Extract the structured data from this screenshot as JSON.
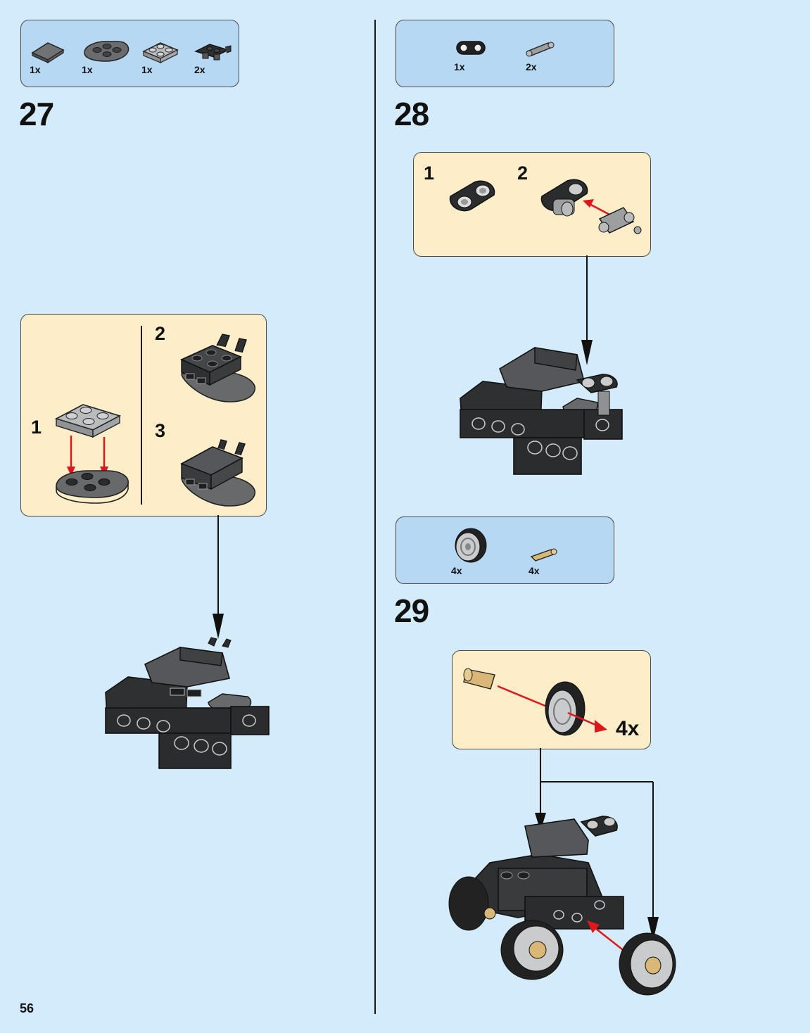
{
  "page_number": "56",
  "steps": [
    {
      "number": "27",
      "parts": [
        {
          "qty": "1x",
          "icon": "dark-gray-tile-2x2-icon"
        },
        {
          "qty": "1x",
          "icon": "dark-gray-round-plate-icon"
        },
        {
          "qty": "1x",
          "icon": "light-gray-plate-2x2-icon"
        },
        {
          "qty": "2x",
          "icon": "black-clip-plate-icon"
        }
      ],
      "substeps": [
        "1",
        "2",
        "3"
      ]
    },
    {
      "number": "28",
      "parts": [
        {
          "qty": "1x",
          "icon": "black-technic-beam-icon"
        },
        {
          "qty": "2x",
          "icon": "gray-technic-pin-icon"
        }
      ],
      "substeps": [
        "1",
        "2"
      ]
    },
    {
      "number": "29",
      "parts": [
        {
          "qty": "4x",
          "icon": "wheel-icon"
        },
        {
          "qty": "4x",
          "icon": "tan-axle-pin-icon"
        }
      ],
      "multiplier": "4x"
    }
  ],
  "colors": {
    "page_bg": "#d3ebfa",
    "parts_box_bg": "#b6d8f2",
    "substep_box_bg": "#fdedc8",
    "arrow_red": "#e0161d"
  }
}
